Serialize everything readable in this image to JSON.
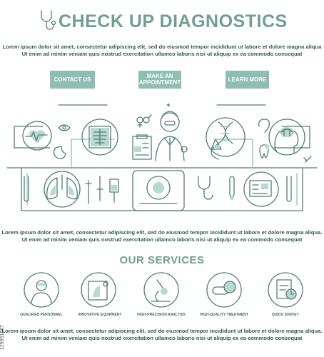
{
  "header": {
    "title": "CHECK UP DIAGNOSTICS",
    "intro_line1": "Lorem ipsum dolor sit amet, consectetur adipiscing elit, sed do eiusmod tempor incididunt ut labore et dolore magna aliqua",
    "intro_line2": "Ut enim ad minim veniam  quis nostrud exercitation ullamco laboris nisi ut aliquip ex ea commodo consequat"
  },
  "buttons": {
    "contact": "CONTACT US",
    "appointment_line1": "MAKE AN",
    "appointment_line2": "APPOINTMENT",
    "learn_more": "LEARN MORE"
  },
  "middle_text": {
    "line1": "Lorem ipsum dolor sit amet, consectetur adipiscing elit, sed do eiusmod tempor incididunt ut labore et dolore magna aliqua.",
    "line2": "Ut enim ad minim veniam  quis nostrud exercitation ullamco laboris nisi ut aliquip ex ea commodo consequat"
  },
  "services": {
    "title": "OUR SERVICES",
    "items": [
      {
        "label": "QUALIFIED PERSONNEL",
        "icon": "doctor-icon"
      },
      {
        "label": "INNOVATIVE EQUIPMENT",
        "icon": "scanner-icon"
      },
      {
        "label": "HIGH-PRECISION ANALYSIS",
        "icon": "microscope-icon"
      },
      {
        "label": "HIGH-QUALITY TREATMENT",
        "icon": "pills-icon"
      },
      {
        "label": "QUICK SURVEY",
        "icon": "clipboard-clock-icon"
      }
    ]
  },
  "footer_text": {
    "line1": "Lorem ipsum dolor sit amet, consectetur adipiscing elit, sed do eiusmod tempor incididunt ut labore et dolore magna aliqua.",
    "line2": "Ut enim ad minim veniam  quis nostrud exercitation ullamco laboris nisi ut aliquip ex ea commodo consequat"
  },
  "watermark": "129651887",
  "colors": {
    "accent": "#6f9e93",
    "button": "#8ebdb1",
    "line": "#4f7e74",
    "text": "#2e5a53"
  }
}
